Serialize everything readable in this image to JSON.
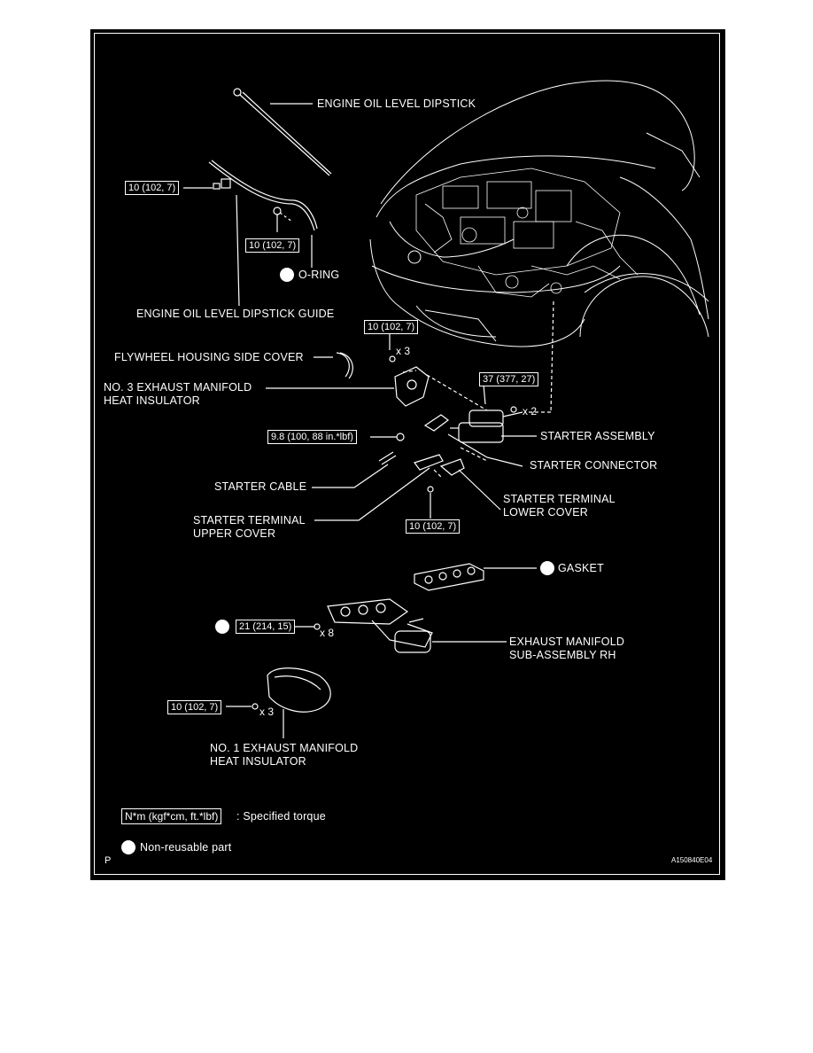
{
  "parts": {
    "dipstick": "ENGINE OIL LEVEL DIPSTICK",
    "dipstick_guide": "ENGINE OIL LEVEL DIPSTICK GUIDE",
    "oring": "O-RING",
    "flywheel_cover": "FLYWHEEL HOUSING SIDE COVER",
    "no3_insulator": "NO. 3 EXHAUST MANIFOLD\nHEAT INSULATOR",
    "starter_assembly": "STARTER ASSEMBLY",
    "starter_connector": "STARTER CONNECTOR",
    "starter_cable": "STARTER CABLE",
    "terminal_lower": "STARTER TERMINAL\nLOWER COVER",
    "terminal_upper": "STARTER TERMINAL\nUPPER COVER",
    "gasket": "GASKET",
    "exhaust_manifold": "EXHAUST MANIFOLD\nSUB-ASSEMBLY RH",
    "no1_insulator": "NO. 1 EXHAUST MANIFOLD\nHEAT INSULATOR"
  },
  "torques": {
    "t1": "10 (102, 7)",
    "t2": "10 (102, 7)",
    "t3": "10 (102, 7)",
    "t4": "37 (377, 27)",
    "t5": "9.8 (100, 88 in.*lbf)",
    "t6": "10 (102, 7)",
    "t7": "21 (214, 15)",
    "t8": "10 (102, 7)"
  },
  "counts": {
    "c1": "x 3",
    "c2": "x 2",
    "c3": "x 8",
    "c4": "x 3"
  },
  "legend": {
    "torque_box": "N*m (kgf*cm, ft.*lbf)",
    "torque_text": ": Specified torque",
    "nonreusable_text": "Non-reusable part"
  },
  "corner": {
    "left": "P",
    "code": "A150840E04"
  }
}
